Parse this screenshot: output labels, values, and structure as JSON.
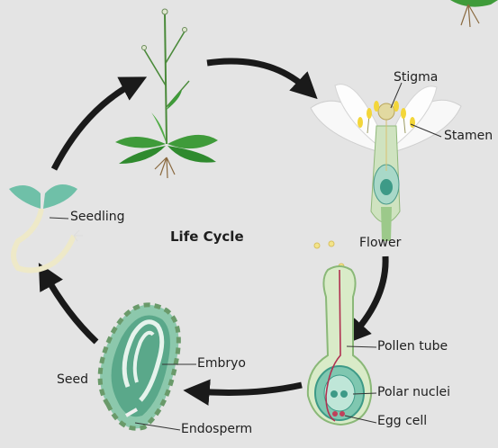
{
  "diagram": {
    "title": "Life Cycle",
    "stages": {
      "flower": "Flower",
      "seed": "Seed",
      "seedling": "Seedling"
    },
    "labels": {
      "stigma": "Stigma",
      "stamen": "Stamen",
      "pollen_tube": "Pollen tube",
      "polar_nuclei": "Polar nuclei",
      "egg_cell": "Egg cell",
      "embryo": "Embryo",
      "endosperm": "Endosperm"
    },
    "colors": {
      "background": "#e4e4e4",
      "arrow": "#1a1a1a",
      "leaf": "#3f9b3a",
      "seed_coat": "#5aa88a",
      "ovule": "#3d9a87"
    }
  }
}
